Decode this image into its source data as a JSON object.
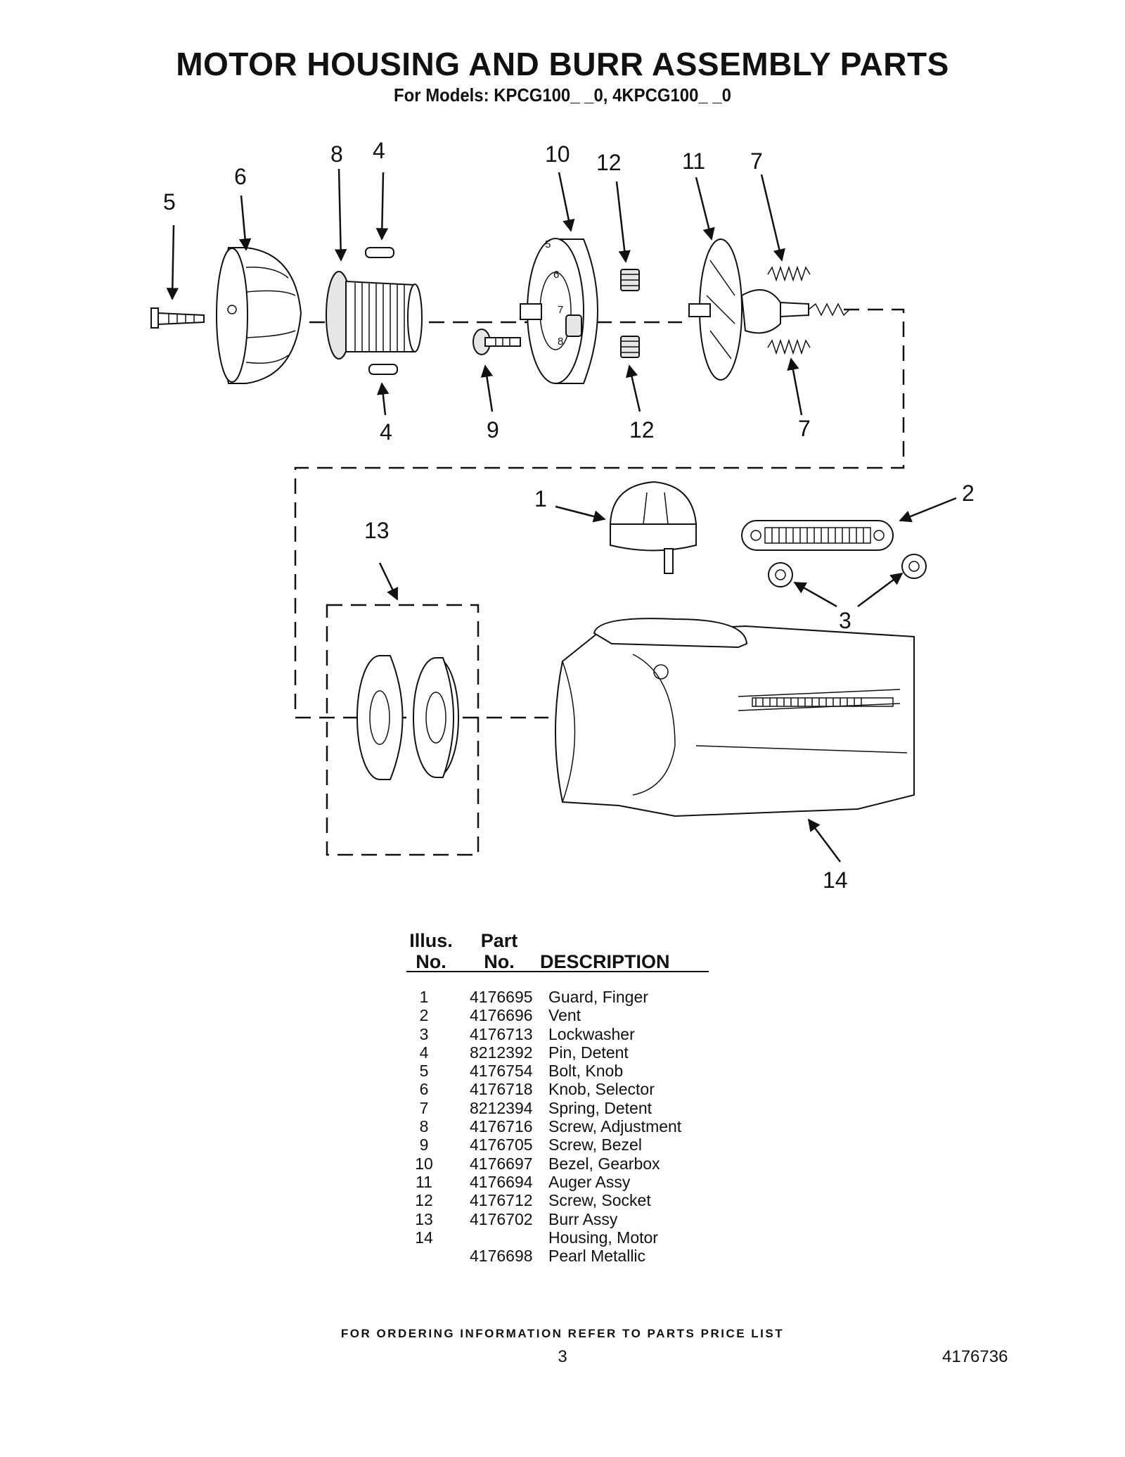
{
  "header": {
    "title": "MOTOR HOUSING AND BURR ASSEMBLY PARTS",
    "subtitle": "For Models: KPCG100_ _0, 4KPCG100_ _0"
  },
  "diagram": {
    "callouts": {
      "c5": "5",
      "c6": "6",
      "c8": "8",
      "c4a": "4",
      "c10": "10",
      "c12a": "12",
      "c11": "11",
      "c7a": "7",
      "c4b": "4",
      "c9": "9",
      "c12b": "12",
      "c7b": "7",
      "c1": "1",
      "c2": "2",
      "c13": "13",
      "c3": "3",
      "c14": "14"
    },
    "dial_marks": [
      "5",
      "6",
      "7",
      "8"
    ]
  },
  "table": {
    "headers": {
      "illus_line1": "Illus.",
      "illus_line2": "No.",
      "part_line1": "Part",
      "part_line2": "No.",
      "description": "DESCRIPTION"
    },
    "rows": [
      {
        "no": "1",
        "part": "4176695",
        "desc": "Guard, Finger"
      },
      {
        "no": "2",
        "part": "4176696",
        "desc": "Vent"
      },
      {
        "no": "3",
        "part": "4176713",
        "desc": "Lockwasher"
      },
      {
        "no": "4",
        "part": "8212392",
        "desc": "Pin, Detent"
      },
      {
        "no": "5",
        "part": "4176754",
        "desc": "Bolt, Knob"
      },
      {
        "no": "6",
        "part": "4176718",
        "desc": "Knob, Selector"
      },
      {
        "no": "7",
        "part": "8212394",
        "desc": "Spring, Detent"
      },
      {
        "no": "8",
        "part": "4176716",
        "desc": "Screw, Adjustment"
      },
      {
        "no": "9",
        "part": "4176705",
        "desc": "Screw, Bezel"
      },
      {
        "no": "10",
        "part": "4176697",
        "desc": "Bezel, Gearbox"
      },
      {
        "no": "11",
        "part": "4176694",
        "desc": "Auger Assy"
      },
      {
        "no": "12",
        "part": "4176712",
        "desc": "Screw, Socket"
      },
      {
        "no": "13",
        "part": "4176702",
        "desc": "Burr Assy"
      },
      {
        "no": "14",
        "part": "",
        "desc": "Housing, Motor"
      },
      {
        "no": "",
        "part": "4176698",
        "desc": "Pearl Metallic"
      }
    ]
  },
  "footer": {
    "ordering_note": "FOR ORDERING INFORMATION REFER TO PARTS PRICE LIST",
    "page_number": "3",
    "document_number": "4176736"
  }
}
